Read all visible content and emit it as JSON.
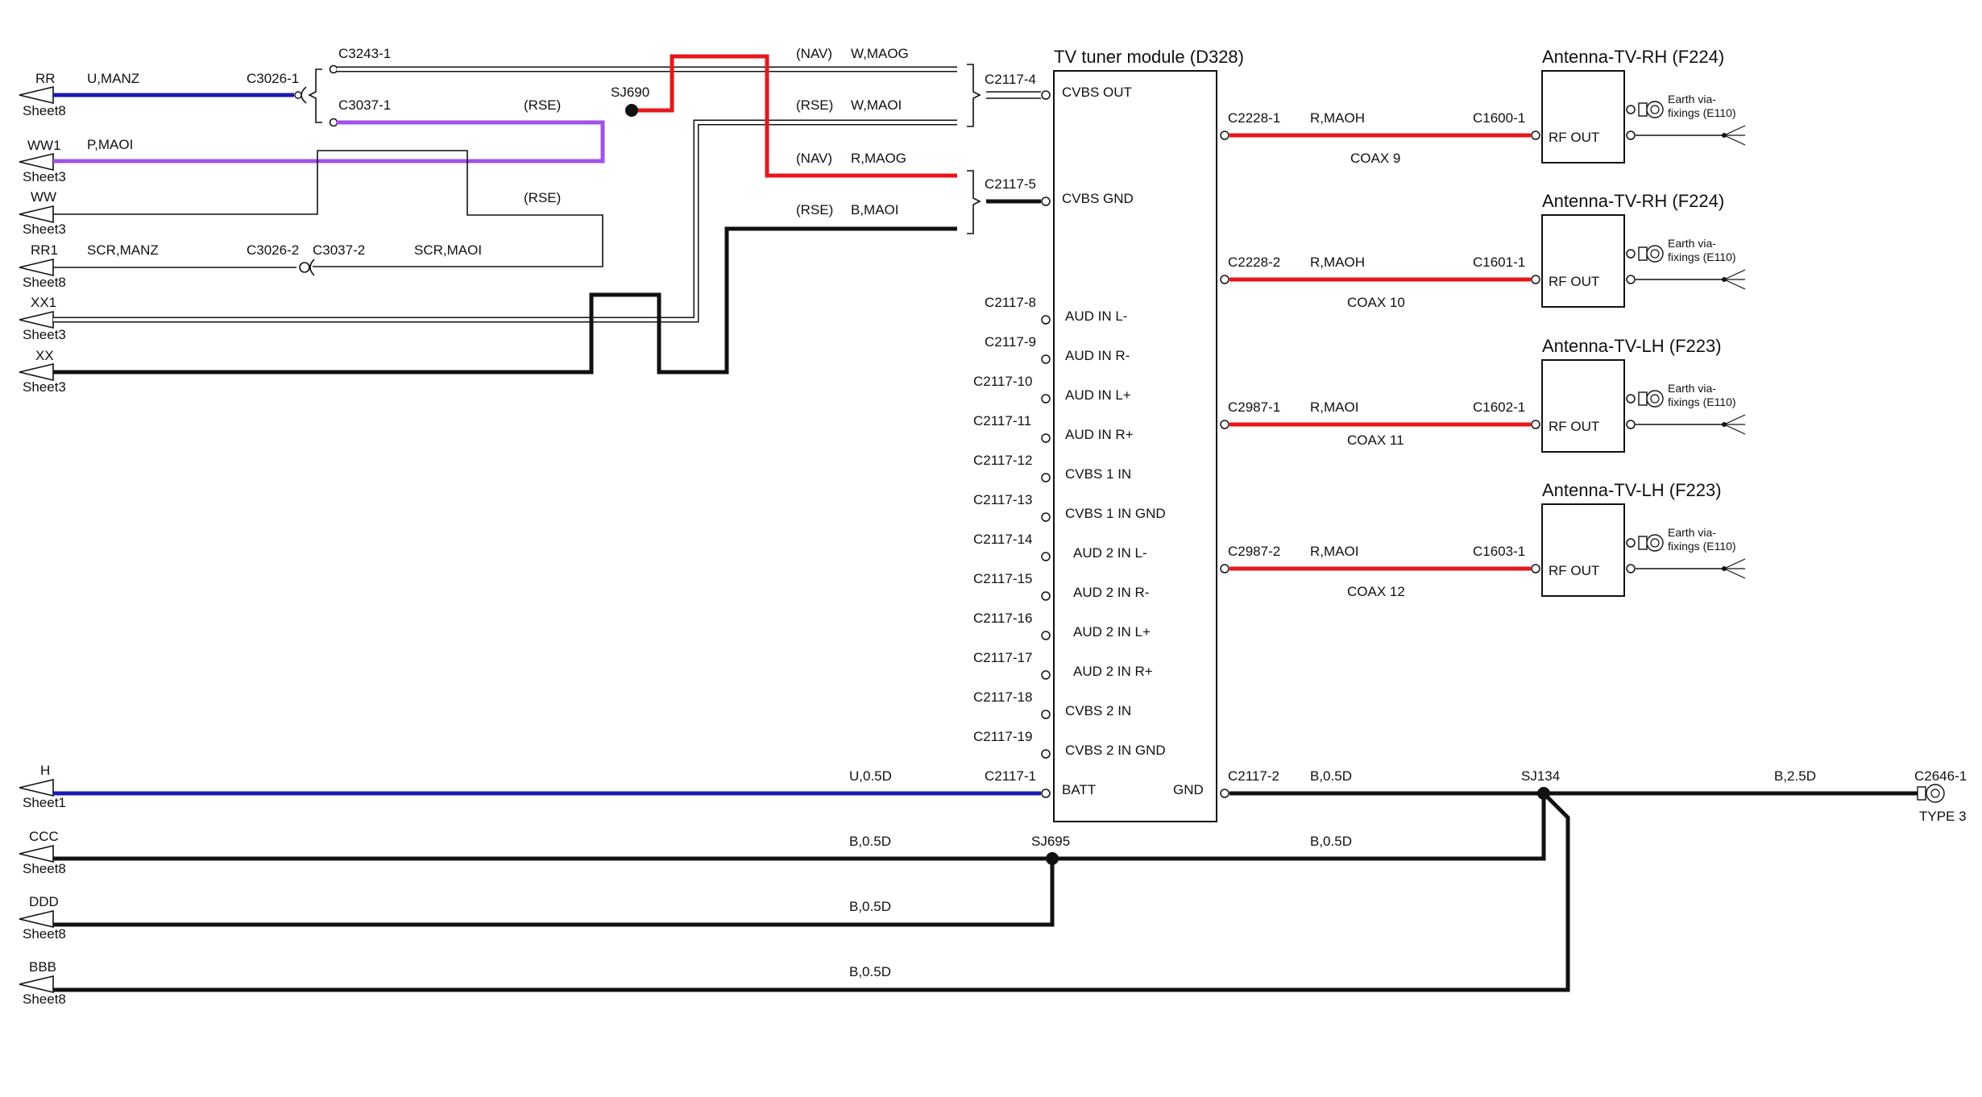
{
  "module": {
    "title": "TV tuner module (D328)",
    "pins": [
      "CVBS OUT",
      "CVBS GND",
      "AUD IN L-",
      "AUD IN R-",
      "AUD IN L+",
      "AUD IN R+",
      "CVBS 1 IN",
      "CVBS 1 IN GND",
      "AUD 2 IN L-",
      "AUD 2 IN R-",
      "AUD 2 IN L+",
      "AUD 2 IN R+",
      "CVBS 2 IN",
      "CVBS 2 IN GND",
      "BATT",
      "GND"
    ],
    "connectors": [
      "C2117-4",
      "C2117-5",
      "C2117-8",
      "C2117-9",
      "C2117-10",
      "C2117-11",
      "C2117-12",
      "C2117-13",
      "C2117-14",
      "C2117-15",
      "C2117-16",
      "C2117-17",
      "C2117-18",
      "C2117-19",
      "C2117-1",
      "C2117-2"
    ]
  },
  "antennas": [
    {
      "title": "Antenna-TV-RH (F224)",
      "pin": "RF OUT",
      "left_conn": "C2228-1",
      "wire": "R,MAOH",
      "right_conn": "C1600-1",
      "coax": "COAX 9",
      "earth1": "Earth via-",
      "earth2": "fixings (E110)"
    },
    {
      "title": "Antenna-TV-RH (F224)",
      "pin": "RF OUT",
      "left_conn": "C2228-2",
      "wire": "R,MAOH",
      "right_conn": "C1601-1",
      "coax": "COAX 10",
      "earth1": "Earth via-",
      "earth2": "fixings (E110)"
    },
    {
      "title": "Antenna-TV-LH (F223)",
      "pin": "RF OUT",
      "left_conn": "C2987-1",
      "wire": "R,MAOI",
      "right_conn": "C1602-1",
      "coax": "COAX 11",
      "earth1": "Earth via-",
      "earth2": "fixings (E110)"
    },
    {
      "title": "Antenna-TV-LH (F223)",
      "pin": "RF OUT",
      "left_conn": "C2987-2",
      "wire": "R,MAOI",
      "right_conn": "C1603-1",
      "coax": "COAX 12",
      "earth1": "Earth via-",
      "earth2": "fixings (E110)"
    }
  ],
  "offpage": [
    {
      "name": "RR",
      "sheet": "Sheet8"
    },
    {
      "name": "WW1",
      "sheet": "Sheet3"
    },
    {
      "name": "WW",
      "sheet": "Sheet3"
    },
    {
      "name": "RR1",
      "sheet": "Sheet8"
    },
    {
      "name": "XX1",
      "sheet": "Sheet3"
    },
    {
      "name": "XX",
      "sheet": "Sheet3"
    },
    {
      "name": "H",
      "sheet": "Sheet1"
    },
    {
      "name": "CCC",
      "sheet": "Sheet8"
    },
    {
      "name": "DDD",
      "sheet": "Sheet8"
    },
    {
      "name": "BBB",
      "sheet": "Sheet8"
    }
  ],
  "labels": {
    "c3243": "C3243-1",
    "c3037_1": "C3037-1",
    "c3026_1": "C3026-1",
    "c3026_2": "C3026-2",
    "c3037_2": "C3037-2",
    "u_manz": "U,MANZ",
    "p_maoi": "P,MAOI",
    "scr_manz": "SCR,MANZ",
    "scr_maoi": "SCR,MAOI",
    "rse1": "(RSE)",
    "rse2": "(RSE)",
    "sj690": "SJ690",
    "nav1": "(NAV)",
    "w_maog": "W,MAOG",
    "rse3": "(RSE)",
    "w_maoi": "W,MAOI",
    "nav2": "(NAV)",
    "r_maog": "R,MAOG",
    "rse4": "(RSE)",
    "b_maoi": "B,MAOI",
    "u_05d": "U,0.5D",
    "b_05d_ccc": "B,0.5D",
    "b_05d_ddd": "B,0.5D",
    "b_05d_bbb": "B,0.5D",
    "b_05d_gnd": "B,0.5D",
    "b_05d_sj695": "B,0.5D",
    "sj695": "SJ695",
    "sj134": "SJ134",
    "b_25d": "B,2.5D",
    "c2646": "C2646-1",
    "type3": "TYPE 3"
  },
  "colors": {
    "red": "#e8161b",
    "blue": "#1a1ab4",
    "purple": "#a152e6",
    "black": "#111111",
    "white_wire": "#ffffff"
  }
}
